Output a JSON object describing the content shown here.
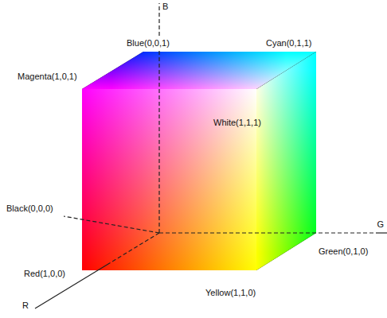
{
  "diagram": {
    "labels": [
      "B",
      "Blue(0,0,1)",
      "Cyan(0,1,1)",
      "Magenta(1,0,1)",
      "White(1,1,1)",
      "Black(0,0,0)",
      "G",
      "Green(0,1,0)",
      "Red(1,0,0)",
      "Yellow(1,1,0)",
      "R"
    ]
  }
}
